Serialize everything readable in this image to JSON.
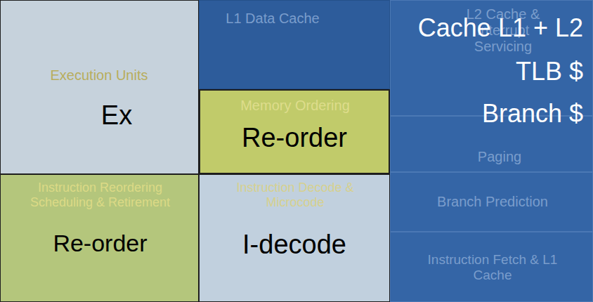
{
  "diagram": {
    "nodes": [
      {
        "text": [
          "Execution Units",
          "Ex"
        ]
      },
      {
        "text": [
          "L1 Data Cache"
        ]
      },
      {
        "text": [
          "L2 Cache & Interrupt Servicing"
        ]
      },
      {
        "text": [
          "Paging"
        ]
      },
      {
        "text": [
          "Memory Ordering",
          "Re-order"
        ]
      },
      {
        "text": [
          "Branch Prediction"
        ]
      },
      {
        "text": [
          "Instruction Reordering Scheduling & Retirement",
          "Re-order"
        ]
      },
      {
        "text": [
          "Instruction Decode & Microcode",
          "I-decode"
        ]
      },
      {
        "text": [
          "Instruction Fetch & L1 Cache"
        ]
      }
    ],
    "labels": [
      "Cache L1 + L2",
      "TLB $",
      "Branch $"
    ]
  }
}
